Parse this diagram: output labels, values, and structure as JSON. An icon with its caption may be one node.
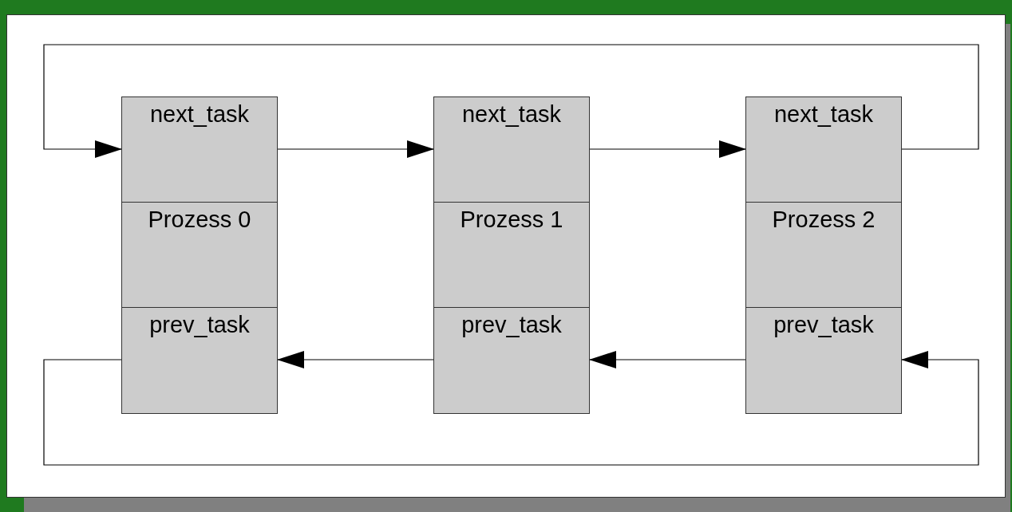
{
  "diagram": {
    "nodes": [
      {
        "text": [
          "next_task"
        ]
      },
      {
        "text": [
          "Prozess 0"
        ]
      },
      {
        "text": [
          "prev_task"
        ]
      },
      {
        "text": [
          "next_task"
        ]
      },
      {
        "text": [
          "Prozess 1"
        ]
      },
      {
        "text": [
          "prev_task"
        ]
      },
      {
        "text": [
          "next_task"
        ]
      },
      {
        "text": [
          "Prozess 2"
        ]
      },
      {
        "text": [
          "prev_task"
        ]
      }
    ],
    "edges": [
      {
        "from": 0,
        "to": 3,
        "arrow": "to"
      },
      {
        "from": 3,
        "to": 6,
        "arrow": "to"
      },
      {
        "from": 6,
        "to": 0,
        "arrow": "to"
      },
      {
        "from": 8,
        "to": 5,
        "arrow": "to"
      },
      {
        "from": 5,
        "to": 2,
        "arrow": "to"
      },
      {
        "from": 2,
        "to": 8,
        "arrow": "to"
      }
    ]
  }
}
